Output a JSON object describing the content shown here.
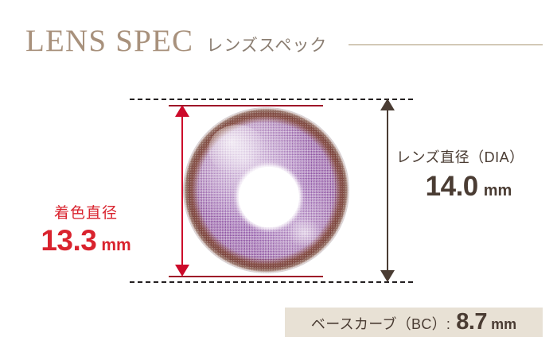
{
  "header": {
    "title_en": "LENS SPEC",
    "title_jp": "レンズスペック",
    "title_color": "#a8917c",
    "subtitle_color": "#8b7e72",
    "rule_color": "#a89470"
  },
  "diagram": {
    "lens_image_alt": "contact-lens",
    "lens_outer_color": "#8b4a36",
    "lens_inner_color": "#8f55a6",
    "lens_pupil_color": "#ffffff",
    "guide_line_color": "#231f20",
    "colored_diameter_rule_color": "#9e1028",
    "colored_diameter_arrow_color": "#cc0a2a",
    "lens_diameter_arrow_color": "#4a3c33"
  },
  "specs": {
    "colored_diameter": {
      "label": "着色直径",
      "value": "13.3",
      "unit": "mm",
      "color": "#d9232e"
    },
    "lens_diameter": {
      "label": "レンズ直径（DIA）",
      "value": "14.0",
      "unit": "mm",
      "color": "#4a3c33"
    },
    "base_curve": {
      "label": "ベースカーブ（BC）:",
      "value": "8.7",
      "unit": "mm",
      "color": "#4a3c33",
      "band_color": "#e8e1d5"
    }
  }
}
